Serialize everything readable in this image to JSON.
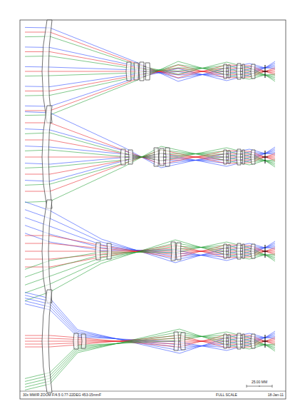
{
  "diagram": {
    "caption": "30x MWIR ZOOM F/4.5 0.77-22DEG 453-15mmF",
    "labels": [
      "FULL SCALE",
      "18-Jan-11",
      "25.00 MM"
    ]
  }
}
